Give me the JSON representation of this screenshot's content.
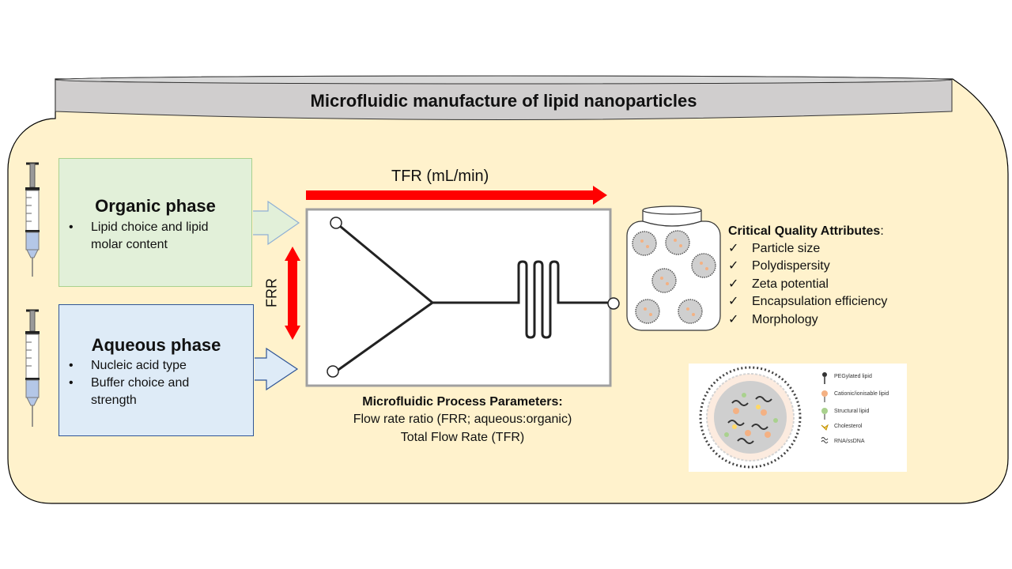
{
  "title": "Microfluidic manufacture of lipid nanoparticles",
  "organic": {
    "heading": "Organic phase",
    "bullets": [
      "Lipid choice and lipid molar content"
    ]
  },
  "aqueous": {
    "heading": "Aqueous phase",
    "bullets": [
      "Nucleic acid type",
      "Buffer choice and strength"
    ]
  },
  "tfr_label": "TFR (mL/min)",
  "frr_label": "FRR",
  "process": {
    "heading": "Microfluidic Process Parameters:",
    "lines": [
      "Flow rate ratio (FRR; aqueous:organic)",
      "Total Flow Rate (TFR)"
    ]
  },
  "cqa": {
    "heading": "Critical Quality Attributes",
    "colon": ":",
    "check_glyph": "✓",
    "items": [
      "Particle size",
      "Polydispersity",
      "Zeta potential",
      "Encapsulation efficiency",
      "Morphology"
    ]
  },
  "legend": [
    "PEGylated lipid",
    "Cationic/ionisable lipid",
    "Structural lipid",
    "Cholesterol",
    "RNA/ssDNA"
  ],
  "colors": {
    "background_panel": "#fff2cc",
    "lid": "#d0cece",
    "organic_box": "#e2f0d9",
    "organic_border": "#a9d18e",
    "aqueous_box": "#deebf7",
    "aqueous_border": "#2f5597",
    "arrow_red": "#ff0000"
  }
}
